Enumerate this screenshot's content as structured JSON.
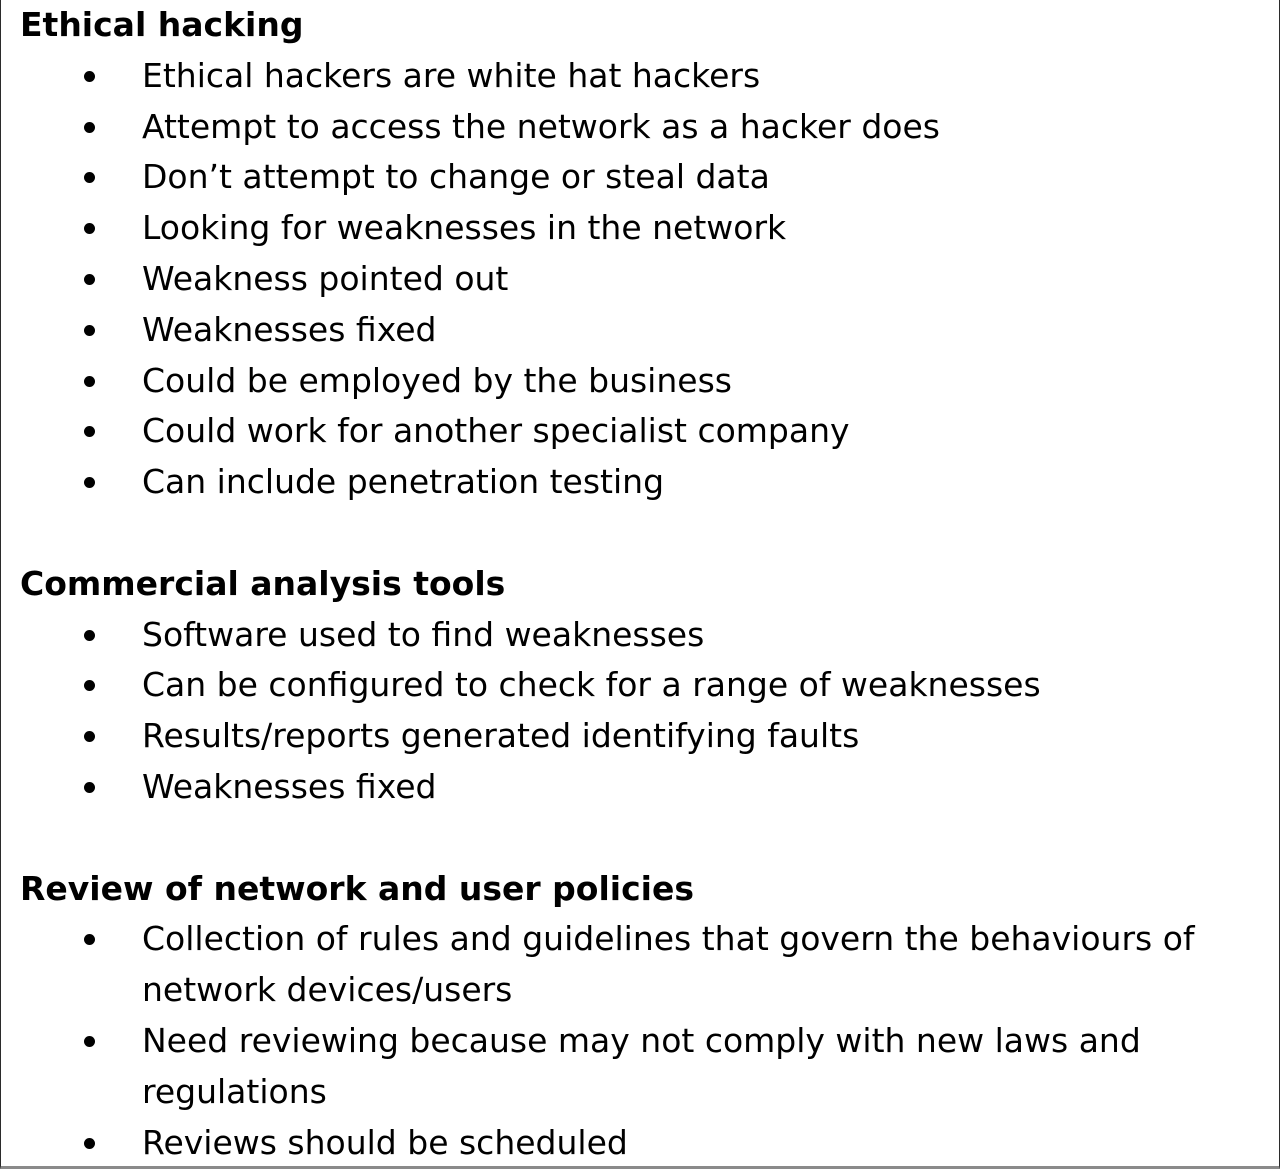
{
  "sections": [
    {
      "heading": "Ethical hacking",
      "items": [
        "Ethical hackers are white hat hackers",
        "Attempt to access the network as a hacker does",
        "Don’t attempt to change or steal data",
        "Looking for weaknesses in the network",
        "Weakness pointed out",
        "Weaknesses fixed",
        "Could be employed by the business",
        "Could work for another specialist company",
        "Can include penetration testing"
      ]
    },
    {
      "heading": "Commercial analysis tools",
      "items": [
        "Software used to find weaknesses",
        "Can be configured to check for a range of weaknesses",
        "Results/reports generated identifying faults",
        "Weaknesses fixed"
      ]
    },
    {
      "heading": "Review of network and user policies",
      "items": [
        "Collection of rules and guidelines that govern the behaviours of network devices/users",
        "Need reviewing because may not comply with new laws and regulations",
        "Reviews should be scheduled"
      ]
    }
  ]
}
